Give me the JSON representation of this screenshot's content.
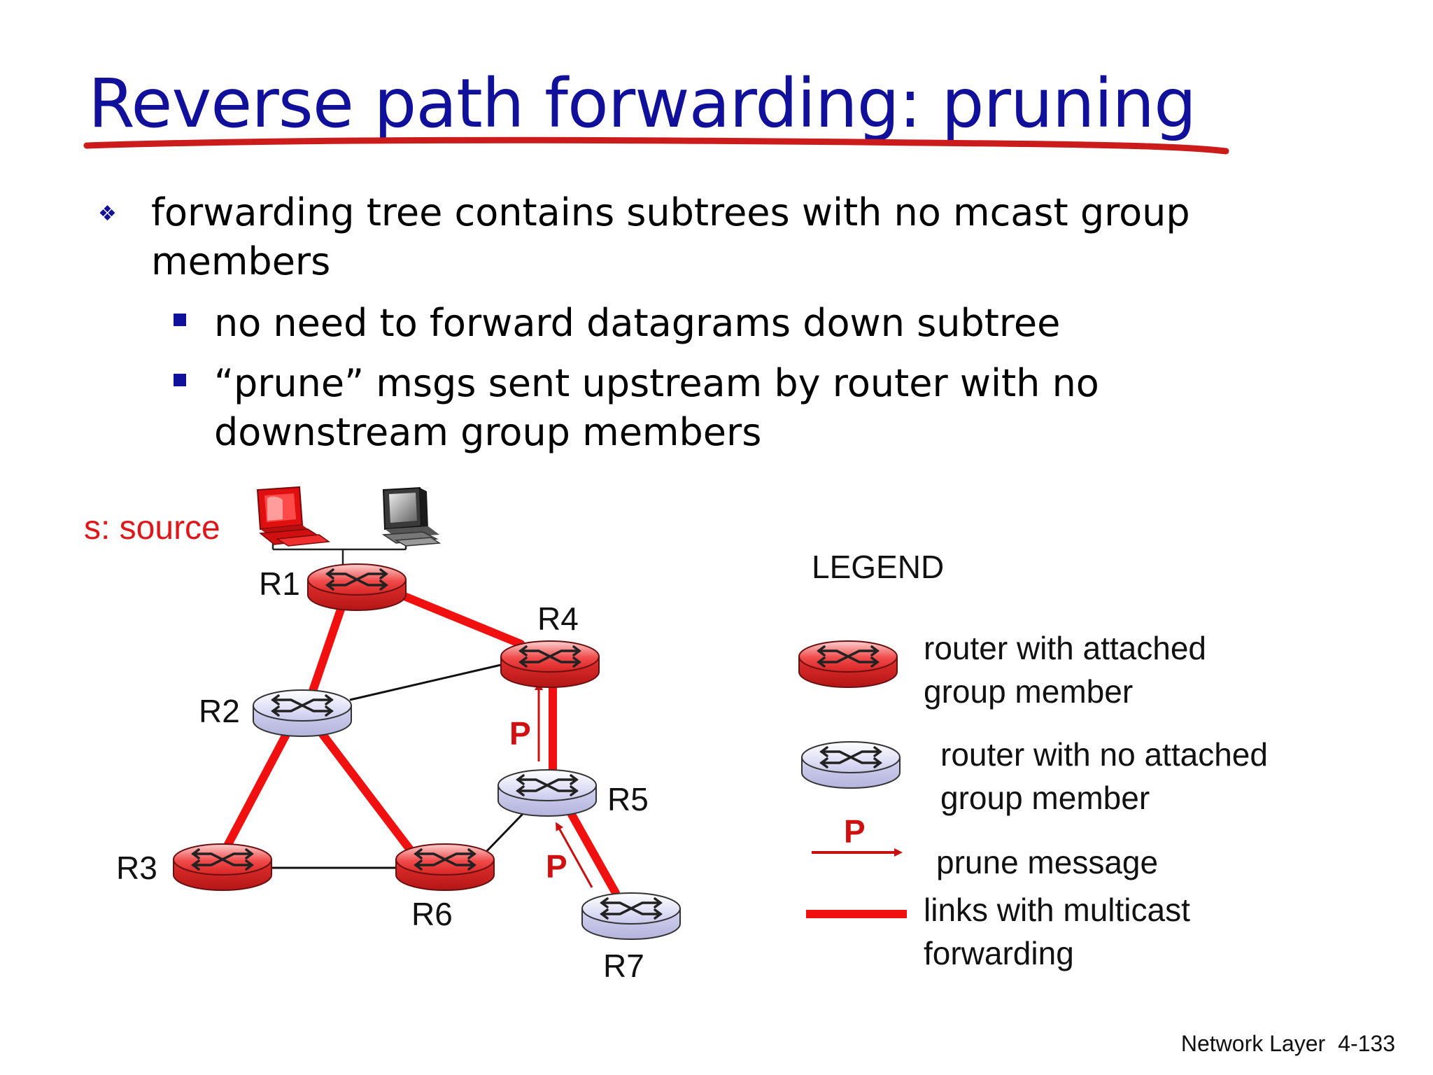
{
  "slide": {
    "title": "Reverse path forwarding: pruning",
    "bullets": [
      {
        "text_line1": "forwarding tree contains subtrees with no mcast group",
        "text_line2": "members",
        "sub": [
          {
            "text_line1": "no need to forward datagrams down subtree"
          },
          {
            "text_line1": "“prune” msgs sent upstream by router with no",
            "text_line2": "downstream group members"
          }
        ]
      }
    ]
  },
  "diagram": {
    "source_label": "s: source",
    "routers": {
      "R1": "R1",
      "R2": "R2",
      "R3": "R3",
      "R4": "R4",
      "R5": "R5",
      "R6": "R6",
      "R7": "R7"
    },
    "prune_label": "P",
    "colors": {
      "member_router": "#f03a3a",
      "nonmember_router": "#d8d8f4",
      "multicast_link": "#f01010",
      "prune_arrow": "#c81010",
      "source_host": "#e01010"
    }
  },
  "legend": {
    "title": "LEGEND",
    "member_line1": "router with attached",
    "member_line2": "group member",
    "nonmember_line1": "router with no attached",
    "nonmember_line2": "group member",
    "prune_symbol": "P",
    "prune": "prune message",
    "links_line1": "links with multicast",
    "links_line2": "forwarding"
  },
  "footer": {
    "section": "Network Layer",
    "page": "4-133"
  }
}
